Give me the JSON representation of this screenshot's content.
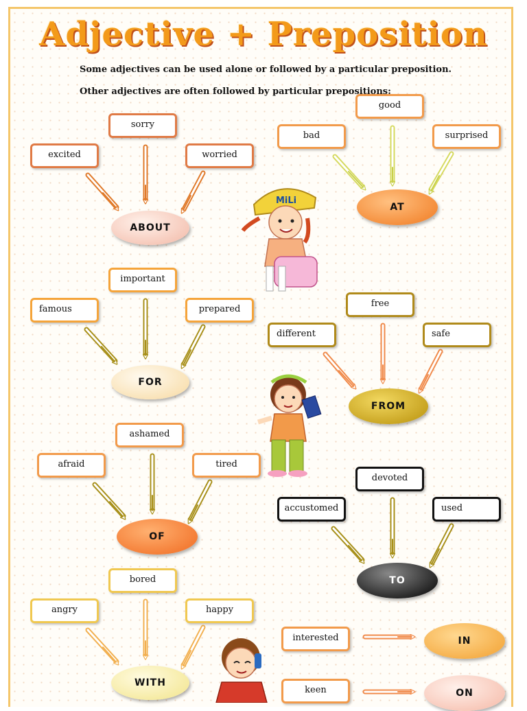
{
  "title": "Adjective + Preposition",
  "intro_line1": "Some adjectives can be used alone or followed by a particular preposition.",
  "intro_line2": "Other adjectives are often followed by particular prepositions:",
  "groups": {
    "about": {
      "prep": "ABOUT",
      "left": "excited",
      "top": "sorry",
      "right": "worried"
    },
    "at": {
      "prep": "AT",
      "left": "bad",
      "top": "good",
      "right": "surprised"
    },
    "for": {
      "prep": "FOR",
      "left": "famous",
      "top": "important",
      "right": "prepared"
    },
    "from": {
      "prep": "FROM",
      "left": "different",
      "top": "free",
      "right": "safe"
    },
    "of": {
      "prep": "OF",
      "left": "afraid",
      "top": "ashamed",
      "right": "tired"
    },
    "to": {
      "prep": "TO",
      "left": "accustomed",
      "top": "devoted",
      "right": "used"
    },
    "with": {
      "prep": "WITH",
      "left": "angry",
      "top": "bored",
      "right": "happy"
    },
    "in": {
      "prep": "IN",
      "adj": "interested"
    },
    "on": {
      "prep": "ON",
      "adj": "keen"
    }
  },
  "cap_text": "MiLi",
  "colors": {
    "about_box": "#e07a45",
    "at_box": "#f29a4a",
    "for_box": "#f5a43a",
    "from_box": "#b08a1a",
    "of_box": "#f29a4a",
    "to_box": "#111111",
    "with_box": "#f0c850",
    "in_box": "#f29a4a"
  }
}
